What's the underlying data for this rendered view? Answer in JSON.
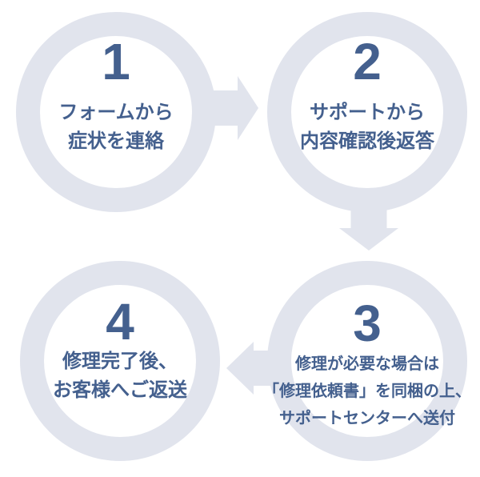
{
  "flow": {
    "title": "repair-request-process-flow",
    "colors": {
      "background": "#ffffff",
      "ring": "#e1e4ed",
      "ink": "#44608e"
    },
    "steps": [
      {
        "number": "1",
        "lines": [
          "フォームから",
          "症状を連絡"
        ]
      },
      {
        "number": "2",
        "lines": [
          "サポートから",
          "内容確認後返答"
        ]
      },
      {
        "number": "3",
        "lines": [
          "修理が必要な場合は",
          "「修理依頼書」を同梱の上、",
          "サポートセンターへ送付"
        ]
      },
      {
        "number": "4",
        "lines": [
          "修理完了後、",
          "お客様へご返送"
        ]
      }
    ],
    "arrows": [
      {
        "name": "arrow-1-to-2",
        "direction": "right"
      },
      {
        "name": "arrow-2-to-3",
        "direction": "down"
      },
      {
        "name": "arrow-3-to-4",
        "direction": "left"
      }
    ]
  }
}
